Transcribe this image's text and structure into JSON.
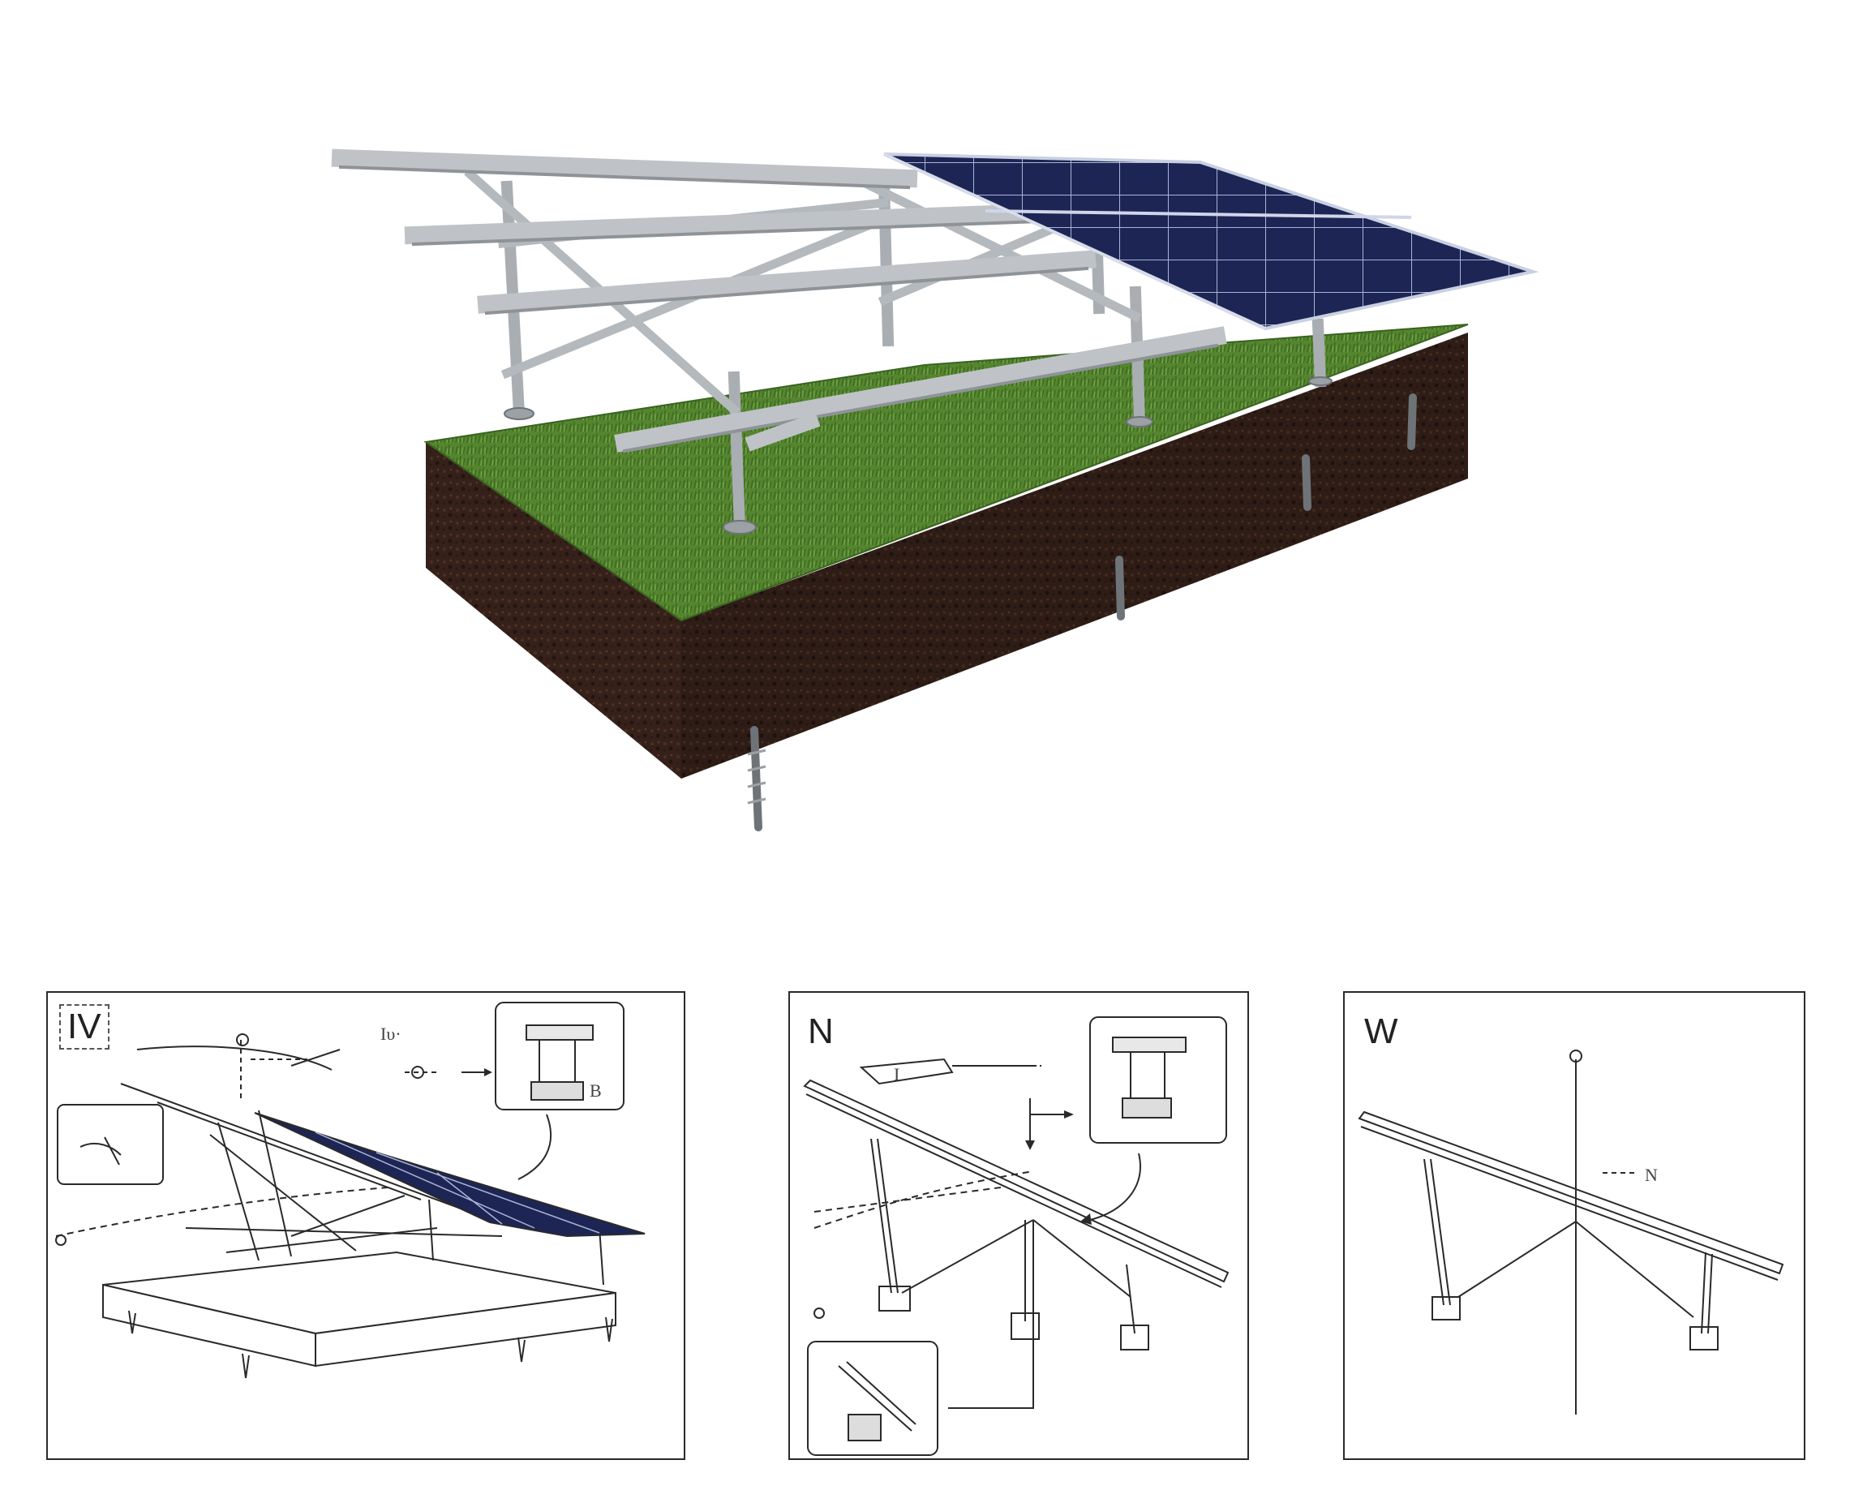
{
  "hero": {
    "colors": {
      "frame": "#b8bcc0",
      "frame_dark": "#8c9196",
      "panel_cell": "#1c2450",
      "panel_grid": "#cfd6ea",
      "grass": "#4f7d2e",
      "soil": "#3a2419"
    }
  },
  "panels": [
    {
      "label": "IV",
      "notes": [
        "Iυ·",
        "B"
      ]
    },
    {
      "label": "N",
      "notes": [
        "I"
      ]
    },
    {
      "label": "W",
      "notes": [
        "N"
      ]
    }
  ],
  "colors": {
    "ink": "#2a2a2a",
    "panel_border": "#2a2a2a"
  }
}
